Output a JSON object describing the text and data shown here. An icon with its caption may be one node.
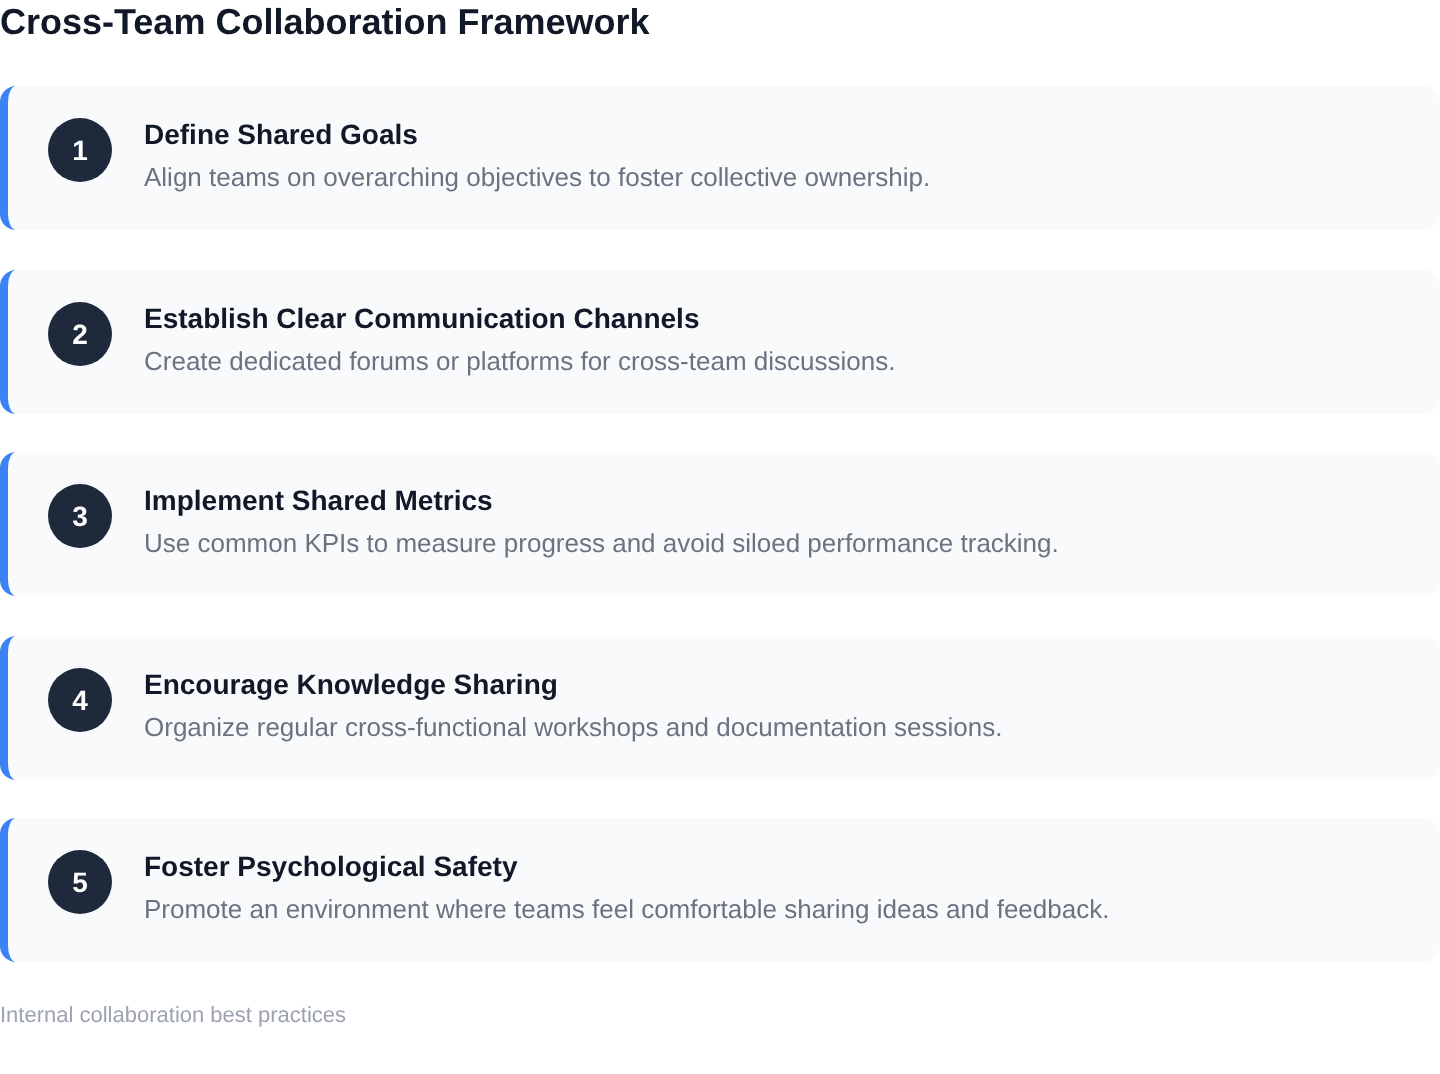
{
  "diagram": {
    "title": "Cross-Team Collaboration Framework",
    "caption": "Internal collaboration best practices",
    "nodes": [
      {
        "text": [
          "Define Shared Goals",
          "Align teams on overarching objectives to foster collective ownership."
        ]
      },
      {
        "text": [
          "1"
        ],
        "in": 0
      },
      {
        "text": [
          "Establish Clear Communication Channels",
          "Create dedicated forums or platforms for cross-team discussions."
        ]
      },
      {
        "text": [
          "2"
        ],
        "in": 2
      },
      {
        "text": [
          "Implement Shared Metrics",
          "Use common KPIs to measure progress and avoid siloed performance tracking."
        ]
      },
      {
        "text": [
          "3"
        ],
        "in": 4
      },
      {
        "text": [
          "Encourage Knowledge Sharing",
          "Organize regular cross-functional workshops and documentation sessions."
        ]
      },
      {
        "text": [
          "4"
        ],
        "in": 6
      },
      {
        "text": [
          "Foster Psychological Safety",
          "Promote an environment where teams feel comfortable sharing ideas and feedback."
        ]
      },
      {
        "text": [
          "5"
        ],
        "in": 8
      }
    ]
  }
}
